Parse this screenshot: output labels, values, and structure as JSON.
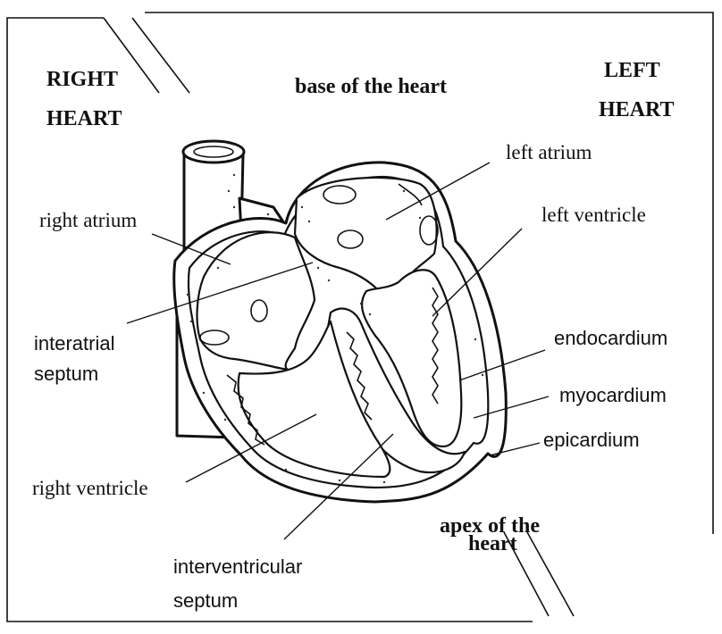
{
  "labels": {
    "right_heart_line1": "RIGHT",
    "right_heart_line2": "HEART",
    "base": "base of the heart",
    "left_heart_line1": "LEFT",
    "left_heart_line2": "HEART",
    "left_atrium": "left atrium",
    "left_ventricle": "left ventricle",
    "right_atrium": "right atrium",
    "interatrial_line1": "interatrial",
    "interatrial_line2": "septum",
    "endocardium": "endocardium",
    "myocardium": "myocardium",
    "epicardium": "epicardium",
    "right_ventricle": "right ventricle",
    "apex_line1": "apex of the",
    "apex_line2": "heart",
    "interventricular_line1": "interventricular",
    "interventricular_line2": "septum"
  }
}
